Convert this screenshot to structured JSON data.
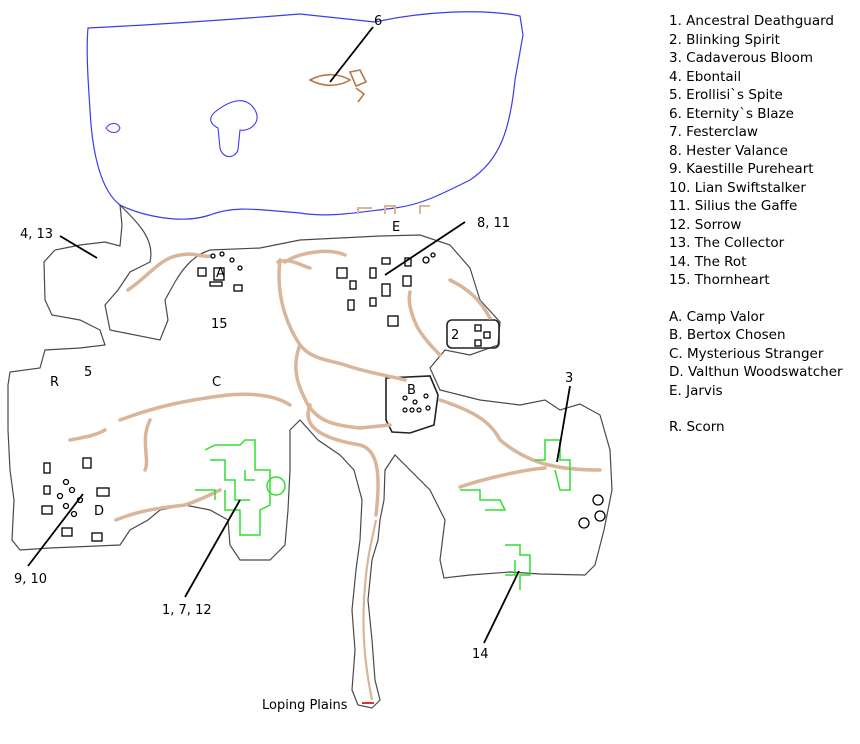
{
  "colors": {
    "border": "#4a4a4a",
    "water": "#3b3bf0",
    "road": "#d9b59a",
    "buildings": "#000000",
    "ruins": "#33dd33",
    "ship": "#b8764a"
  },
  "map_labels": [
    {
      "id": "lbl-6",
      "text": "6"
    },
    {
      "id": "lbl-4-13",
      "text": "4, 13"
    },
    {
      "id": "lbl-8-11",
      "text": "8, 11"
    },
    {
      "id": "lbl-A",
      "text": "A"
    },
    {
      "id": "lbl-15",
      "text": "15"
    },
    {
      "id": "lbl-E",
      "text": "E"
    },
    {
      "id": "lbl-2",
      "text": "2"
    },
    {
      "id": "lbl-R",
      "text": "R"
    },
    {
      "id": "lbl-5",
      "text": "5"
    },
    {
      "id": "lbl-C",
      "text": "C"
    },
    {
      "id": "lbl-B",
      "text": "B"
    },
    {
      "id": "lbl-3",
      "text": "3"
    },
    {
      "id": "lbl-D",
      "text": "D"
    },
    {
      "id": "lbl-9-10",
      "text": "9, 10"
    },
    {
      "id": "lbl-1-7-12",
      "text": "1, 7, 12"
    },
    {
      "id": "lbl-14",
      "text": "14"
    },
    {
      "id": "lbl-loping",
      "text": "Loping Plains"
    }
  ],
  "legend": {
    "mobs": [
      "1. Ancestral Deathguard",
      "2. Blinking Spirit",
      "3. Cadaverous Bloom",
      "4. Ebontail",
      "5. Erollisi`s Spite",
      "6. Eternity`s Blaze",
      "7. Festerclaw",
      "8. Hester Valance",
      "9. Kaestille Pureheart",
      "10. Lian Swiftstalker",
      "11. Silius the Gaffe",
      "12. Sorrow",
      "13. The Collector",
      "14. The Rot",
      "15. Thornheart"
    ],
    "npcs": [
      "A. Camp Valor",
      "B. Bertox Chosen",
      "C. Mysterious Stranger",
      "D. Valthun Woodswatcher",
      "E. Jarvis"
    ],
    "other": [
      "R. Scorn"
    ]
  }
}
